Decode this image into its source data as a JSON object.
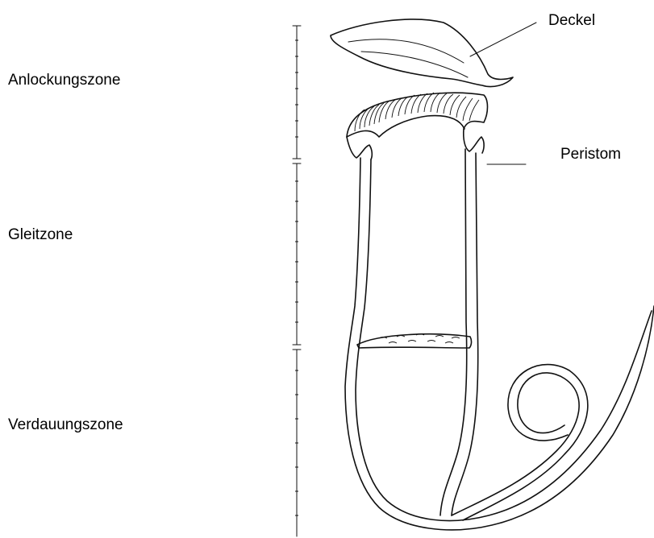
{
  "labels": {
    "anlockungszone": "Anlockungszone",
    "gleitzone": "Gleitzone",
    "verdauungszone": "Verdauungszone",
    "deckel": "Deckel",
    "peristom": "Peristom"
  },
  "colors": {
    "ink": "#111111",
    "background": "#ffffff"
  }
}
